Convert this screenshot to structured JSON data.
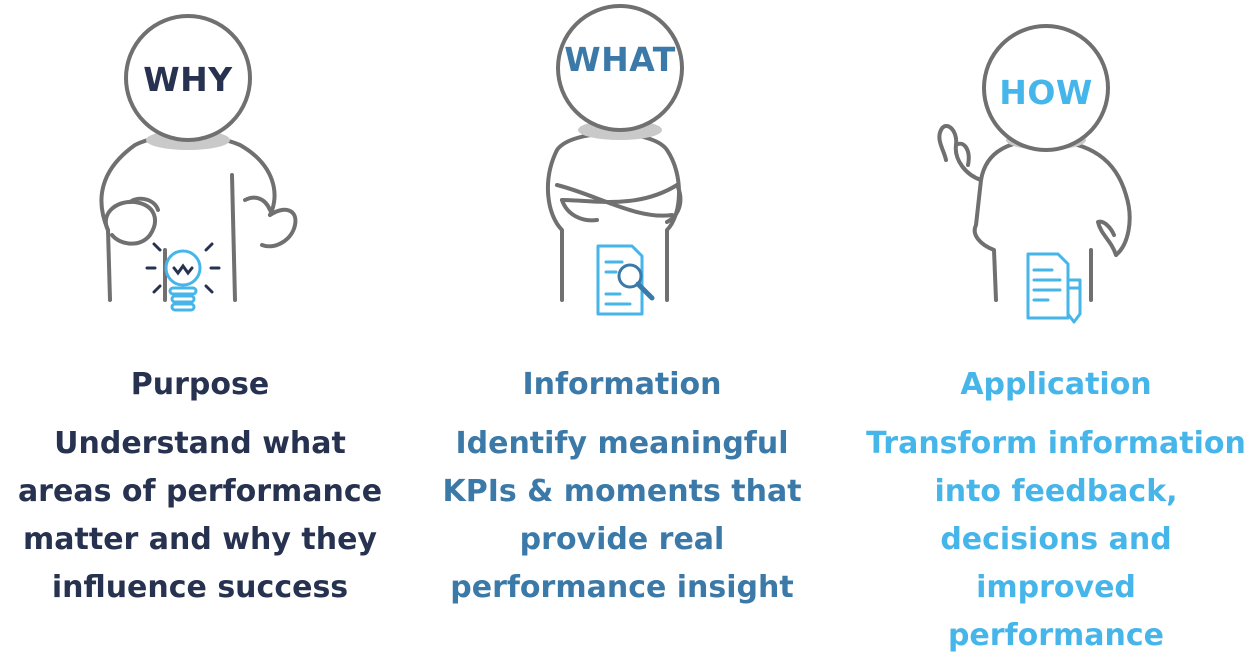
{
  "columns": [
    {
      "head": "WHY",
      "title": "Purpose",
      "description": "Understand what areas of performance matter and why they influence success",
      "color": "#26324f",
      "icon": "lightbulb-icon"
    },
    {
      "head": "WHAT",
      "title": "Information",
      "description": "Identify meaningful KPIs & moments that provide real performance insight",
      "color": "#3b7aa8",
      "icon": "document-search-icon"
    },
    {
      "head": "HOW",
      "title": "Application",
      "description": "Transform information into feedback, decisions and improved performance",
      "color": "#46b6ea",
      "icon": "document-pencil-icon"
    }
  ]
}
